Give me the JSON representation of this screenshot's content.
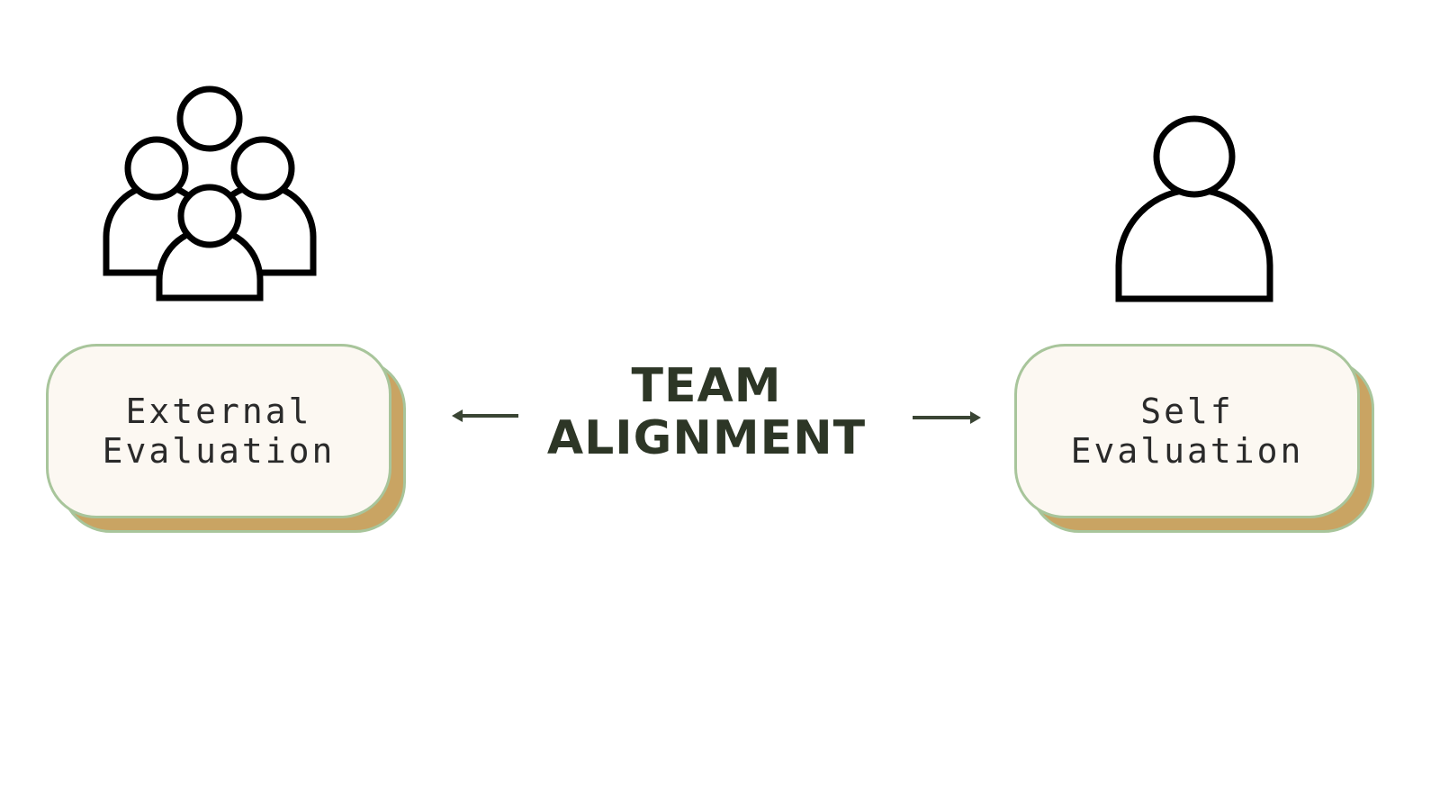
{
  "diagram": {
    "center_title_line1": "TEAM",
    "center_title_line2": "ALIGNMENT",
    "left_card": {
      "line1": "External",
      "line2": "Evaluation",
      "icon": "group-icon"
    },
    "right_card": {
      "line1": "Self",
      "line2": "Evaluation",
      "icon": "person-icon"
    },
    "colors": {
      "card_fill": "#fcf8f2",
      "card_border": "#a8c59b",
      "card_shadow": "#c9a463",
      "title": "#2d3626",
      "arrow": "#3a4534",
      "icon_stroke": "#000000"
    }
  }
}
